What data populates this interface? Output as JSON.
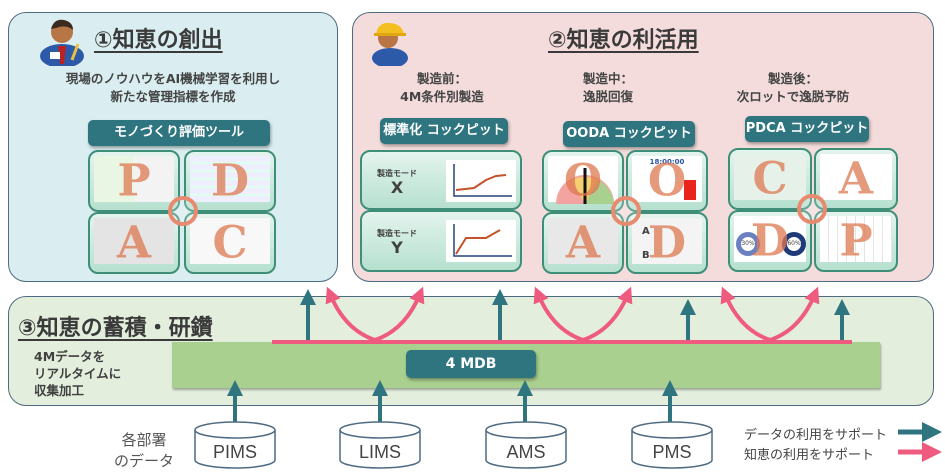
{
  "section1": {
    "title": "①知恵の創出",
    "icon": "businessman-icon",
    "description_line1": "現場のノウハウをAI機械学習を利用し",
    "description_line2": "新たな管理指標を作成",
    "tool_label": "モノづくり評価ツール",
    "tiles": [
      "P",
      "D",
      "A",
      "C"
    ]
  },
  "section2": {
    "title": "②知恵の利活用",
    "icon": "worker-helmet-icon",
    "phases": [
      {
        "heading": "製造前：",
        "subheading": "4M条件別製造",
        "cockpit": "標準化 コックピット",
        "tiles": [
          {
            "label": "製造モード",
            "mode": "X"
          },
          {
            "label": "製造モード",
            "mode": "Y"
          }
        ]
      },
      {
        "heading": "製造中：",
        "subheading": "逸脱回復",
        "cockpit": "OODA コックピット",
        "tiles": [
          "O",
          "O",
          "A",
          "D"
        ],
        "clock": "18:00:00",
        "matrix_rows": [
          "A",
          "B"
        ]
      },
      {
        "heading": "製造後：",
        "subheading": "次ロットで逸脱予防",
        "cockpit": "PDCA コックピット",
        "tiles": [
          "C",
          "A",
          "D",
          "P"
        ],
        "donut_from": "30%",
        "donut_to": "60%"
      }
    ]
  },
  "section3": {
    "title": "③知恵の蓄積・研鑽",
    "description_line1": "4Mデータを",
    "description_line2": "リアルタイムに",
    "description_line3": "収集加工",
    "db_label": "4 MDB"
  },
  "sources": {
    "label_line1": "各部署",
    "label_line2": "のデータ",
    "databases": [
      "PIMS",
      "LIMS",
      "AMS",
      "PMS"
    ]
  },
  "legend": {
    "data_support": "データの利用をサポート",
    "wisdom_support": "知恵の利用をサポート"
  },
  "colors": {
    "data_arrow": "#2e7580",
    "wisdom_arrow": "#ee5b7e",
    "panel1_bg": "#daeef1",
    "panel2_bg": "#f4dcdc",
    "panel3_bg": "#e3eedd",
    "mdb_band": "#a9d08e"
  }
}
